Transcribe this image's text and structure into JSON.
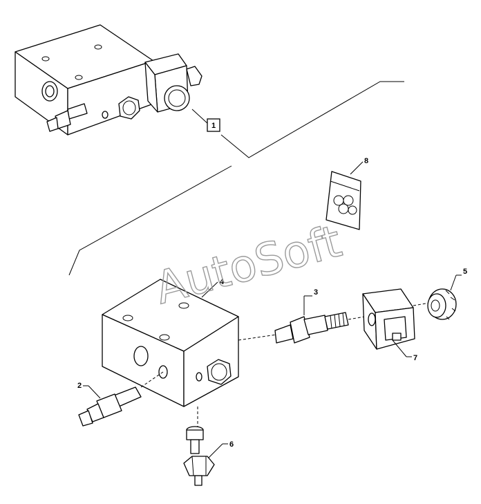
{
  "watermark": "AutoSoft",
  "callouts": {
    "c1": "1",
    "c2": "2",
    "c3": "3",
    "c4": "4",
    "c5": "5",
    "c6": "6",
    "c7": "7",
    "c8": "8"
  }
}
